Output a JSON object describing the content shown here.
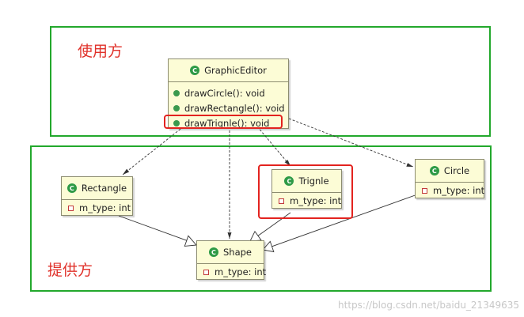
{
  "regions": {
    "user": {
      "label": "使用方"
    },
    "provider": {
      "label": "提供方"
    }
  },
  "classes": {
    "graphic_editor": {
      "name": "GraphicEditor",
      "methods": [
        "drawCircle(): void",
        "drawRectangle(): void",
        "drawTrignle(): void"
      ]
    },
    "rectangle": {
      "name": "Rectangle",
      "fields": [
        "m_type: int"
      ]
    },
    "trignle": {
      "name": "Trignle",
      "fields": [
        "m_type: int"
      ]
    },
    "circle": {
      "name": "Circle",
      "fields": [
        "m_type: int"
      ]
    },
    "shape": {
      "name": "Shape",
      "fields": [
        "m_type: int"
      ]
    }
  },
  "icons": {
    "class": "class-icon",
    "method": "public-method-icon",
    "field": "private-field-icon"
  },
  "colors": {
    "region_border": "#22a82c",
    "region_label": "#e0312a",
    "highlight": "#e3231f",
    "class_fill": "#fcfcd6"
  },
  "watermark": "https://blog.csdn.net/baidu_21349635"
}
